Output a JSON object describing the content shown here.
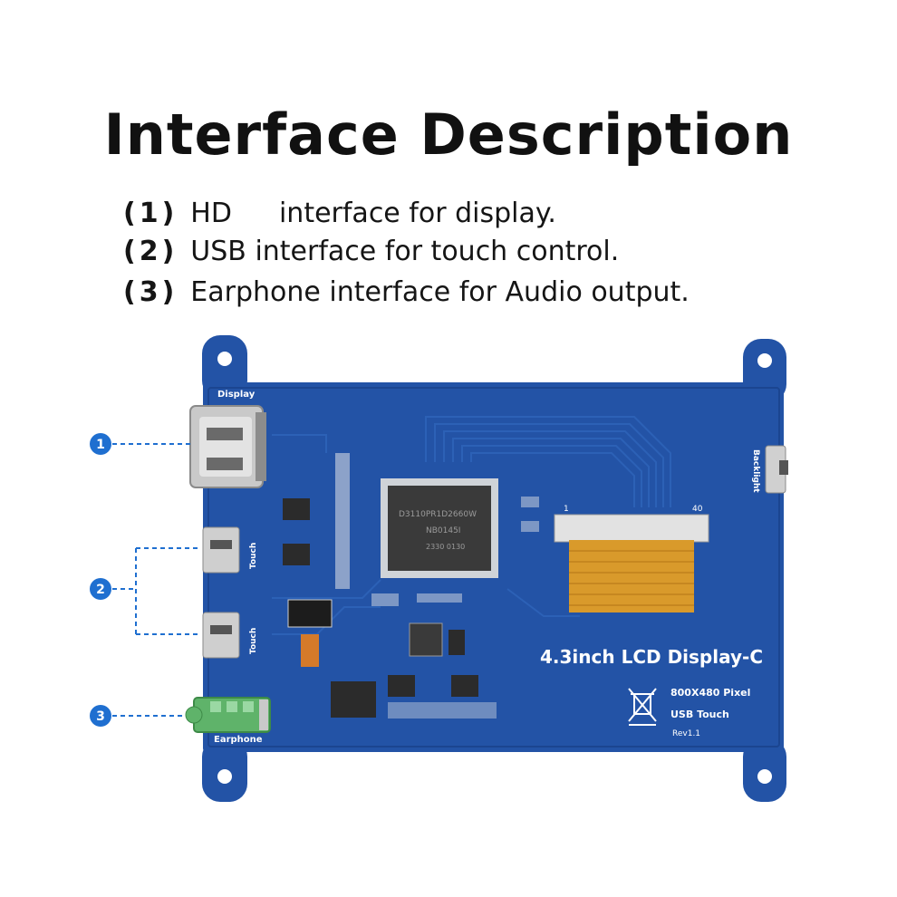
{
  "title": "Interface Description",
  "items": [
    {
      "num": "(1)",
      "word": "HD",
      "text": "interface for display."
    },
    {
      "num": "(2)",
      "word": "USB",
      "text": "interface for touch control."
    },
    {
      "num": "(3)",
      "word": "Earphone",
      "text": "interface for Audio output."
    }
  ],
  "board": {
    "display_label": "Display",
    "touch_label": "Touch",
    "earphone_label": "Earphone",
    "backlight_label": "Backlight",
    "product_name": "4.3inch LCD Display-C",
    "resolution": "800X480 Pixel",
    "touch_type": "USB Touch",
    "revision": "Rev1.1",
    "fpc_pin_start": "1",
    "fpc_pin_end": "40",
    "chip_marking_1": "D3110PR1D2660W",
    "chip_marking_2": "NB0145I",
    "chip_marking_3": "2330 0130"
  },
  "callouts": [
    "1",
    "2",
    "3"
  ],
  "colors": {
    "pcb": "#2353a6",
    "pcb_dark": "#1b4590",
    "callout": "#1f6fd0",
    "earphone_jack": "#5fb36a"
  }
}
